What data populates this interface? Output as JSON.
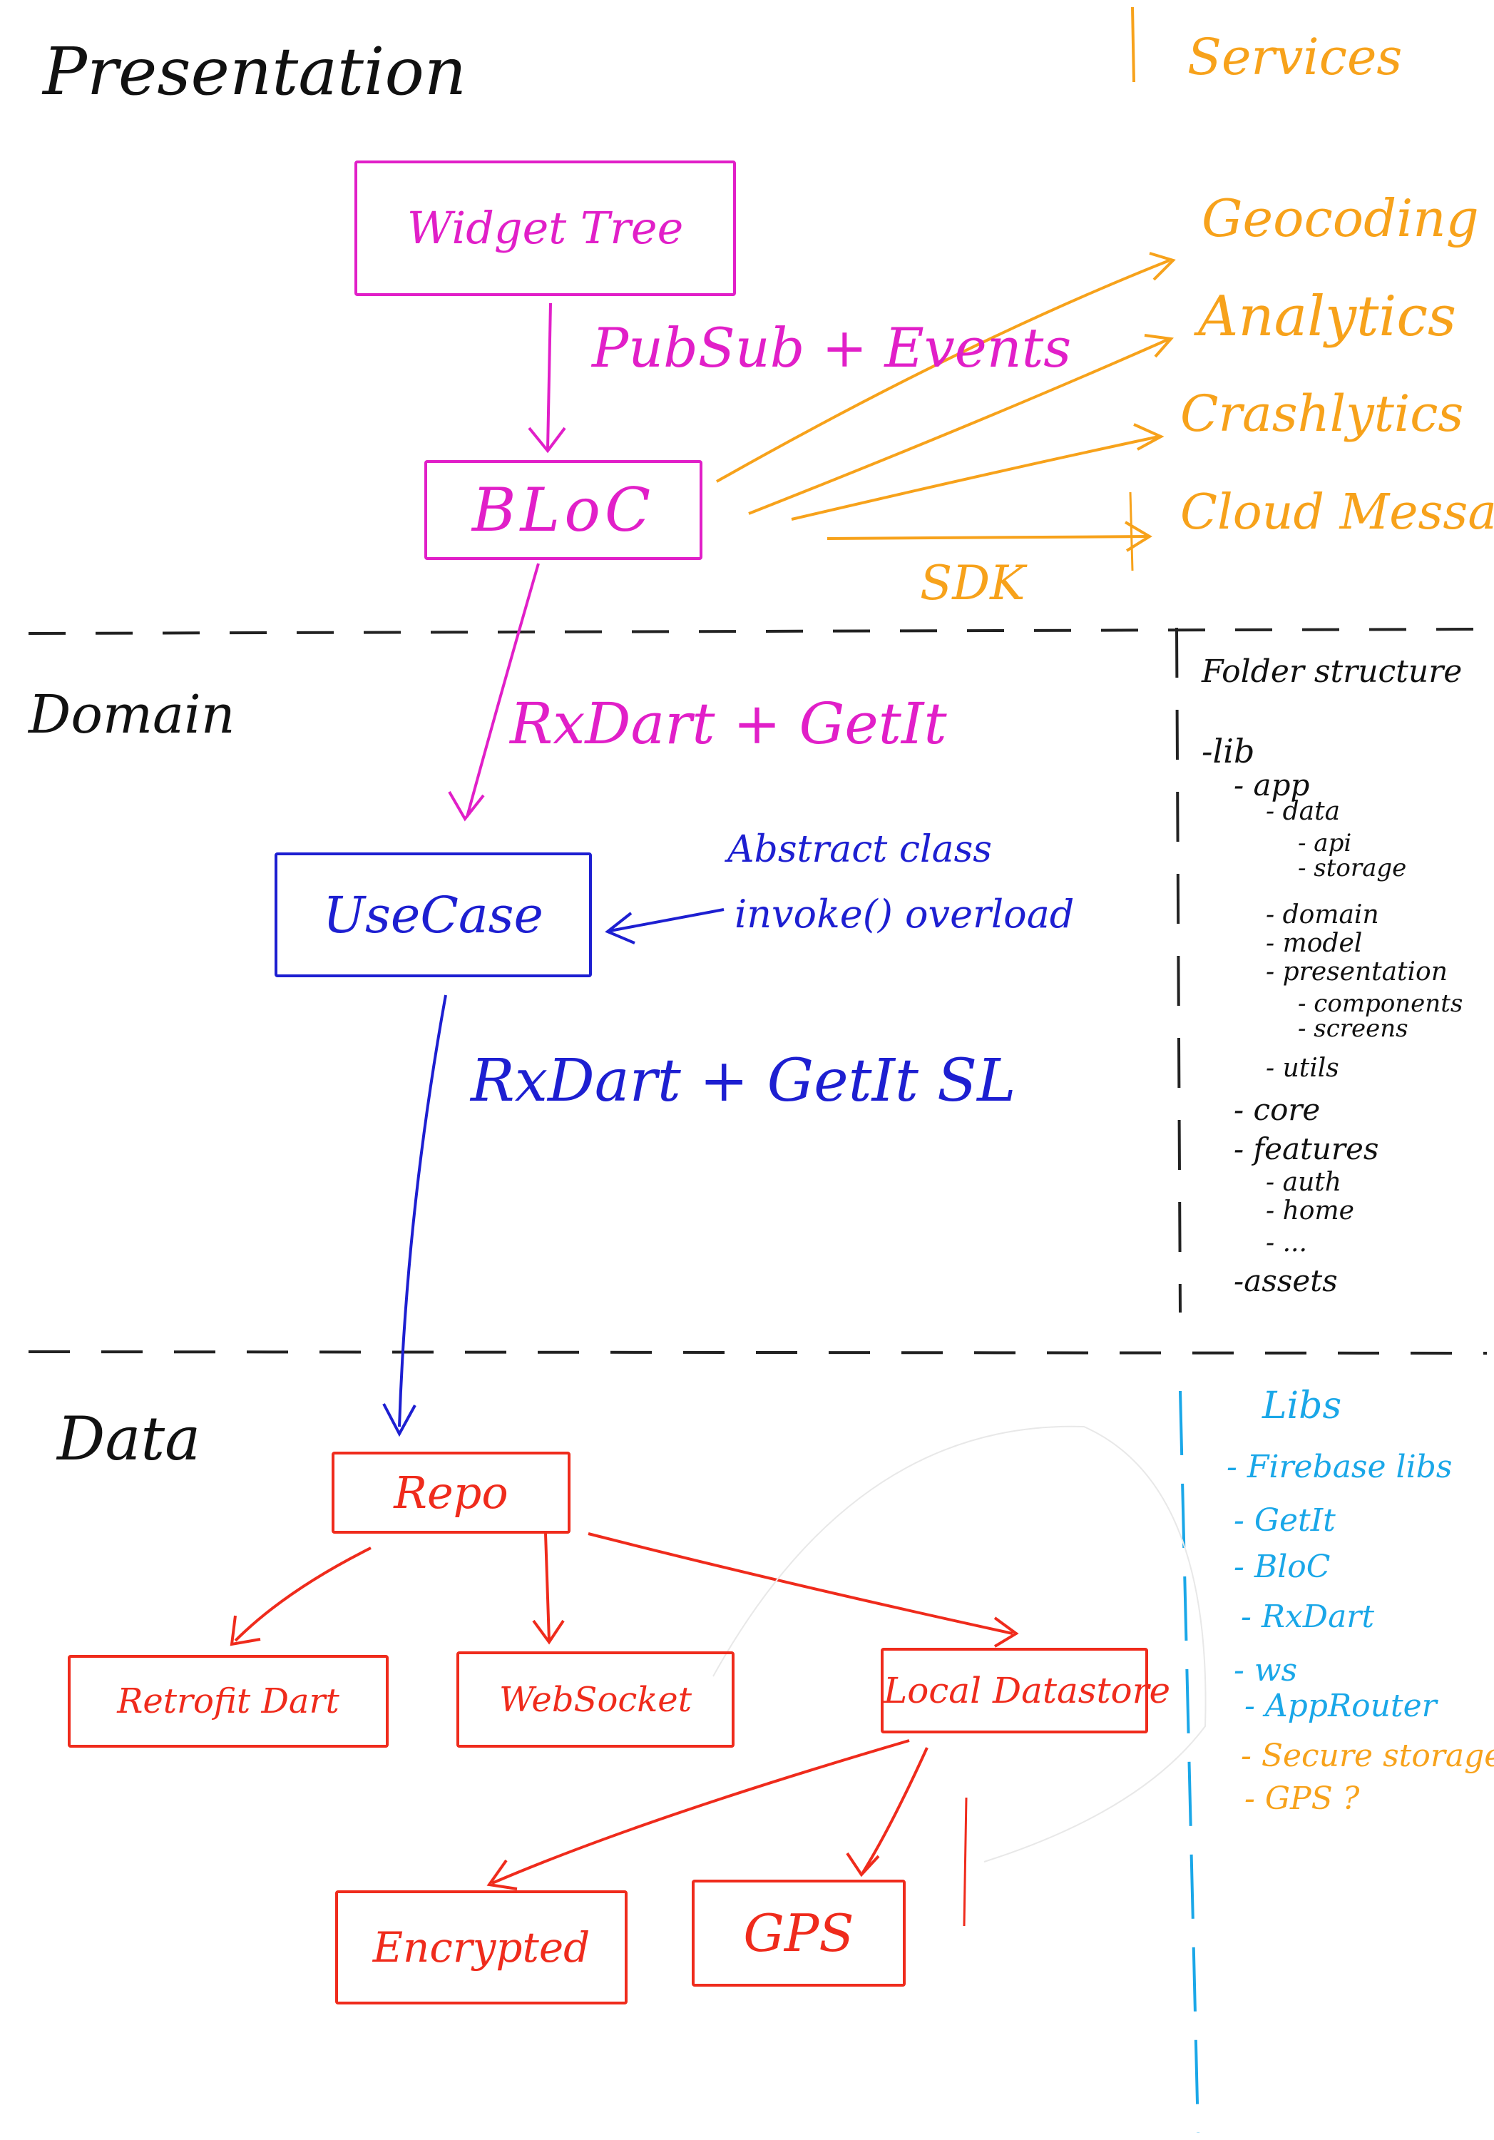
{
  "sections": {
    "presentation": "Presentation",
    "domain": "Domain",
    "data": "Data"
  },
  "services": {
    "title": "Services",
    "items": [
      "Geocoding",
      "Analytics",
      "Crashlytics",
      "Cloud Messag"
    ],
    "sdk_label": "SDK"
  },
  "presentation": {
    "widget_tree": "Widget Tree",
    "pubsub_label": "PubSub + Events",
    "bloc": "BLoC",
    "link_label": "RxDart + GetIt"
  },
  "domain": {
    "usecase": "UseCase",
    "note_line1": "Abstract class",
    "note_line2": "invoke() overload",
    "link_label": "RxDart + GetIt SL"
  },
  "data": {
    "repo": "Repo",
    "retrofit": "Retrofit Dart",
    "websocket": "WebSocket",
    "local_datastore": "Local Datastore",
    "encrypted": "Encrypted",
    "gps": "GPS"
  },
  "folder_structure": {
    "title": "Folder structure",
    "lines": [
      {
        "text": "-lib",
        "level": 0
      },
      {
        "text": "- app",
        "level": 1
      },
      {
        "text": "- data",
        "level": 2
      },
      {
        "text": "- api",
        "level": 3
      },
      {
        "text": "- storage",
        "level": 3
      },
      {
        "text": "- domain",
        "level": 2
      },
      {
        "text": "- model",
        "level": 2
      },
      {
        "text": "- presentation",
        "level": 2
      },
      {
        "text": "- components",
        "level": 3
      },
      {
        "text": "- screens",
        "level": 3
      },
      {
        "text": "- utils",
        "level": 2
      },
      {
        "text": "- core",
        "level": 1
      },
      {
        "text": "- features",
        "level": 1
      },
      {
        "text": "- auth",
        "level": 2
      },
      {
        "text": "- home",
        "level": 2
      },
      {
        "text": "- ...",
        "level": 2
      },
      {
        "text": "-assets",
        "level": 1
      }
    ]
  },
  "libs": {
    "title": "Libs",
    "items": [
      {
        "text": "- Firebase libs",
        "color": "#1aa7e8"
      },
      {
        "text": "- GetIt",
        "color": "#1aa7e8"
      },
      {
        "text": "- BloC",
        "color": "#1aa7e8"
      },
      {
        "text": "- RxDart",
        "color": "#1aa7e8"
      },
      {
        "text": "- ws",
        "color": "#1aa7e8"
      },
      {
        "text": "- AppRouter",
        "color": "#1aa7e8"
      },
      {
        "text": "- Secure storage?",
        "color": "#f7a21b"
      },
      {
        "text": "- GPS ?",
        "color": "#f7a21b"
      }
    ]
  },
  "colors": {
    "presentation": "#e11fc8",
    "services": "#f7a21b",
    "domain": "#1d1fd1",
    "data": "#ef2b1c",
    "libs": "#1aa7e8",
    "ink": "#111111"
  }
}
